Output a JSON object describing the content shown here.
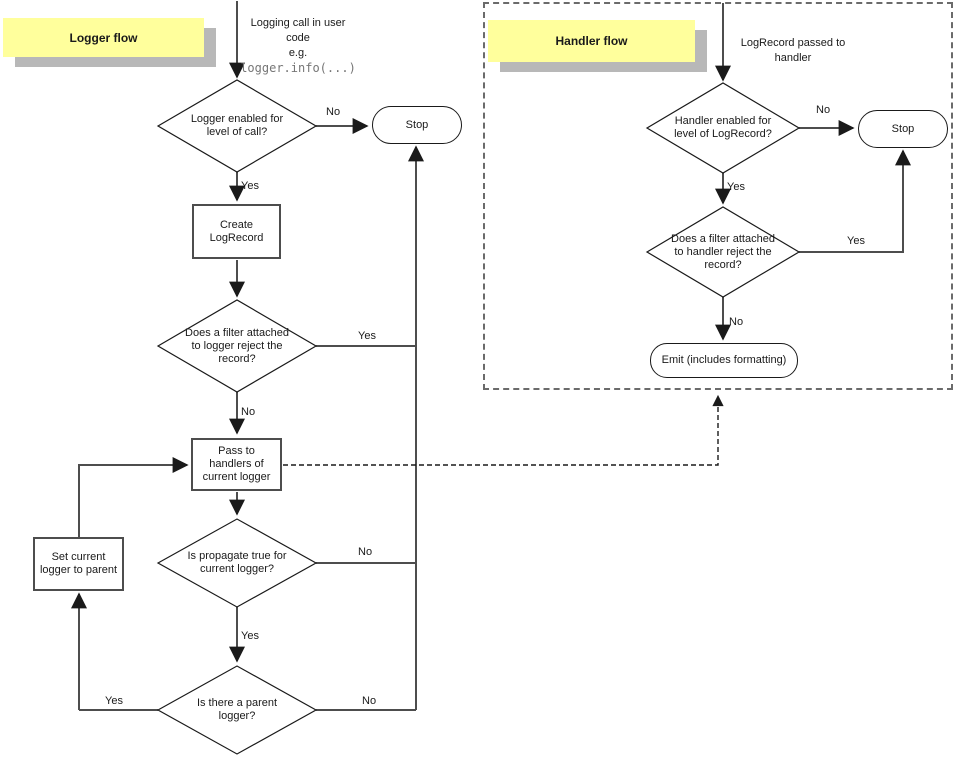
{
  "labels": {
    "yes": "Yes",
    "no": "No"
  },
  "colors": {
    "note_bg": "#ffff9c",
    "note_shadow": "#b8b8b8",
    "line": "#4d4d4d",
    "shape_border": "#1a1a1a",
    "code_text": "#767676"
  },
  "logger": {
    "title": "Logger flow",
    "note": {
      "line1": "Logging call in user code",
      "line2": "e.g.",
      "code": "logger.info(...)"
    },
    "nodes": {
      "enabled": "Logger enabled for level of call?",
      "stop": "Stop",
      "create": "Create LogRecord",
      "filter": "Does a filter attached to logger reject the record?",
      "pass": "Pass to handlers of current logger",
      "propagate": "Is propagate true for current logger?",
      "parent": "Is there a parent logger?",
      "set_parent": "Set current logger to parent"
    }
  },
  "handler": {
    "title": "Handler flow",
    "note": "LogRecord passed to handler",
    "nodes": {
      "enabled": "Handler enabled for level of LogRecord?",
      "stop": "Stop",
      "filter": "Does a filter attached to handler reject the record?",
      "emit": "Emit (includes formatting)"
    }
  }
}
